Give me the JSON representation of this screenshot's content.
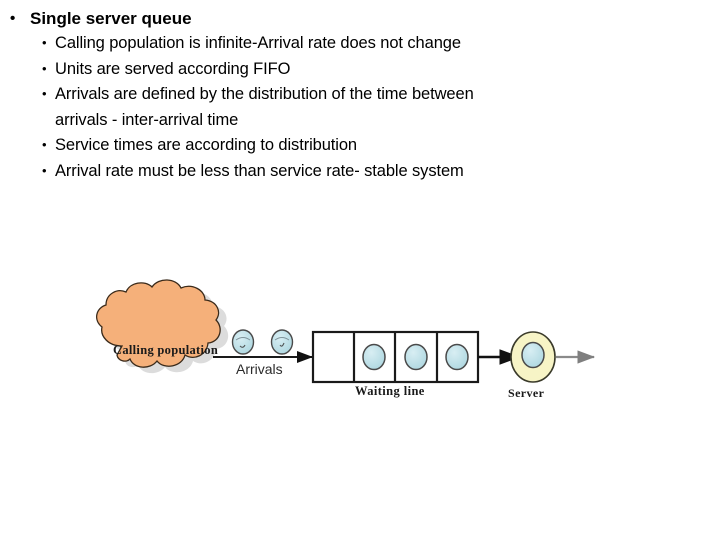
{
  "slide": {
    "title": "Single server queue",
    "bullets": [
      {
        "level": 1,
        "text": "Single server queue",
        "bullet_glyph": "•",
        "bold": true
      },
      {
        "level": 2,
        "text": "Calling population is infinite-Arrival rate does not change",
        "bullet_glyph": "•"
      },
      {
        "level": 2,
        "text": "Units are served according FIFO",
        "bullet_glyph": "•"
      },
      {
        "level": 2,
        "text": "Arrivals are defined by the distribution of the time between",
        "text_wrap": "arrivals - inter-arrival time",
        "bullet_glyph": "•"
      },
      {
        "level": 2,
        "text": "Service times are according to distribution",
        "bullet_glyph": "•"
      },
      {
        "level": 2,
        "text": "Arrival rate must be less than service rate- stable  system",
        "bullet_glyph": "•"
      }
    ]
  },
  "diagram": {
    "name": "single-server-queue-diagram",
    "cloud_label": "Calling population",
    "arrivals_label": "Arrivals",
    "waiting_line_label": "Waiting line",
    "server_label": "Server",
    "waiting_line_slots": 4,
    "units_in_waiting_line": 3,
    "units_in_transit": 2,
    "colors": {
      "cloud_fill": "#f5b07a",
      "cloud_stroke": "#3a2a1a",
      "unit_fill": "#b8dde4",
      "unit_stroke": "#4a4a4a",
      "server_ring_fill": "#f7f4c6",
      "server_ring_stroke": "#3a3a2a",
      "box_stroke": "#1a1a1a",
      "arrow_in": "#111111",
      "arrow_out": "#8a8a8a"
    }
  }
}
